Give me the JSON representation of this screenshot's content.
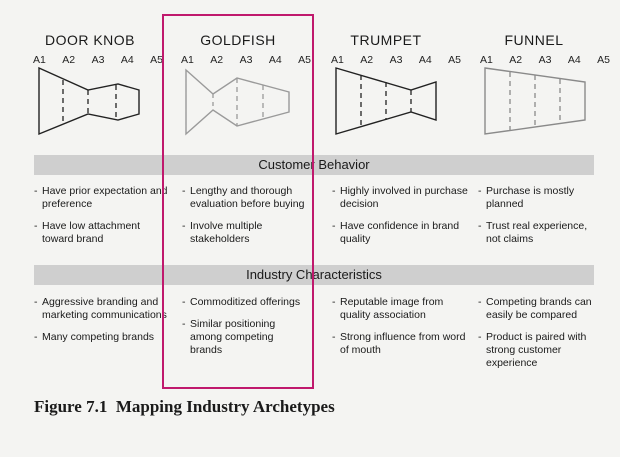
{
  "columns": [
    {
      "title": "DOOR KNOB",
      "stages": [
        "A1",
        "A2",
        "A3",
        "A4",
        "A5"
      ],
      "behavior": [
        "Have prior expectation and preference",
        "Have low attachment toward brand"
      ],
      "industry": [
        "Aggressive branding and marketing communications",
        "Many competing brands"
      ]
    },
    {
      "title": "GOLDFISH",
      "stages": [
        "A1",
        "A2",
        "A3",
        "A4",
        "A5"
      ],
      "behavior": [
        "Lengthy and thorough evaluation before buying",
        "Involve multiple stakeholders"
      ],
      "industry": [
        "Commoditized offerings",
        "Similar positioning among competing brands"
      ]
    },
    {
      "title": "TRUMPET",
      "stages": [
        "A1",
        "A2",
        "A3",
        "A4",
        "A5"
      ],
      "behavior": [
        "Highly involved in purchase decision",
        "Have confidence in brand quality"
      ],
      "industry": [
        "Reputable image from quality association",
        "Strong influence from word of mouth"
      ]
    },
    {
      "title": "FUNNEL",
      "stages": [
        "A1",
        "A2",
        "A3",
        "A4",
        "A5"
      ],
      "behavior": [
        "Purchase is mostly planned",
        "Trust real experience, not claims"
      ],
      "industry": [
        "Competing brands can easily be compared",
        "Product is paired with strong customer experience"
      ]
    }
  ],
  "bands": {
    "behavior": "Customer Behavior",
    "industry": "Industry Characteristics"
  },
  "caption": "Figure 7.1  Mapping Industry Archetypes",
  "colors": {
    "highlight": "#c0196d",
    "band": "#cfcfcf",
    "shape_stroke": "#222222",
    "shape_stroke_faded": "#9a9a9a"
  }
}
